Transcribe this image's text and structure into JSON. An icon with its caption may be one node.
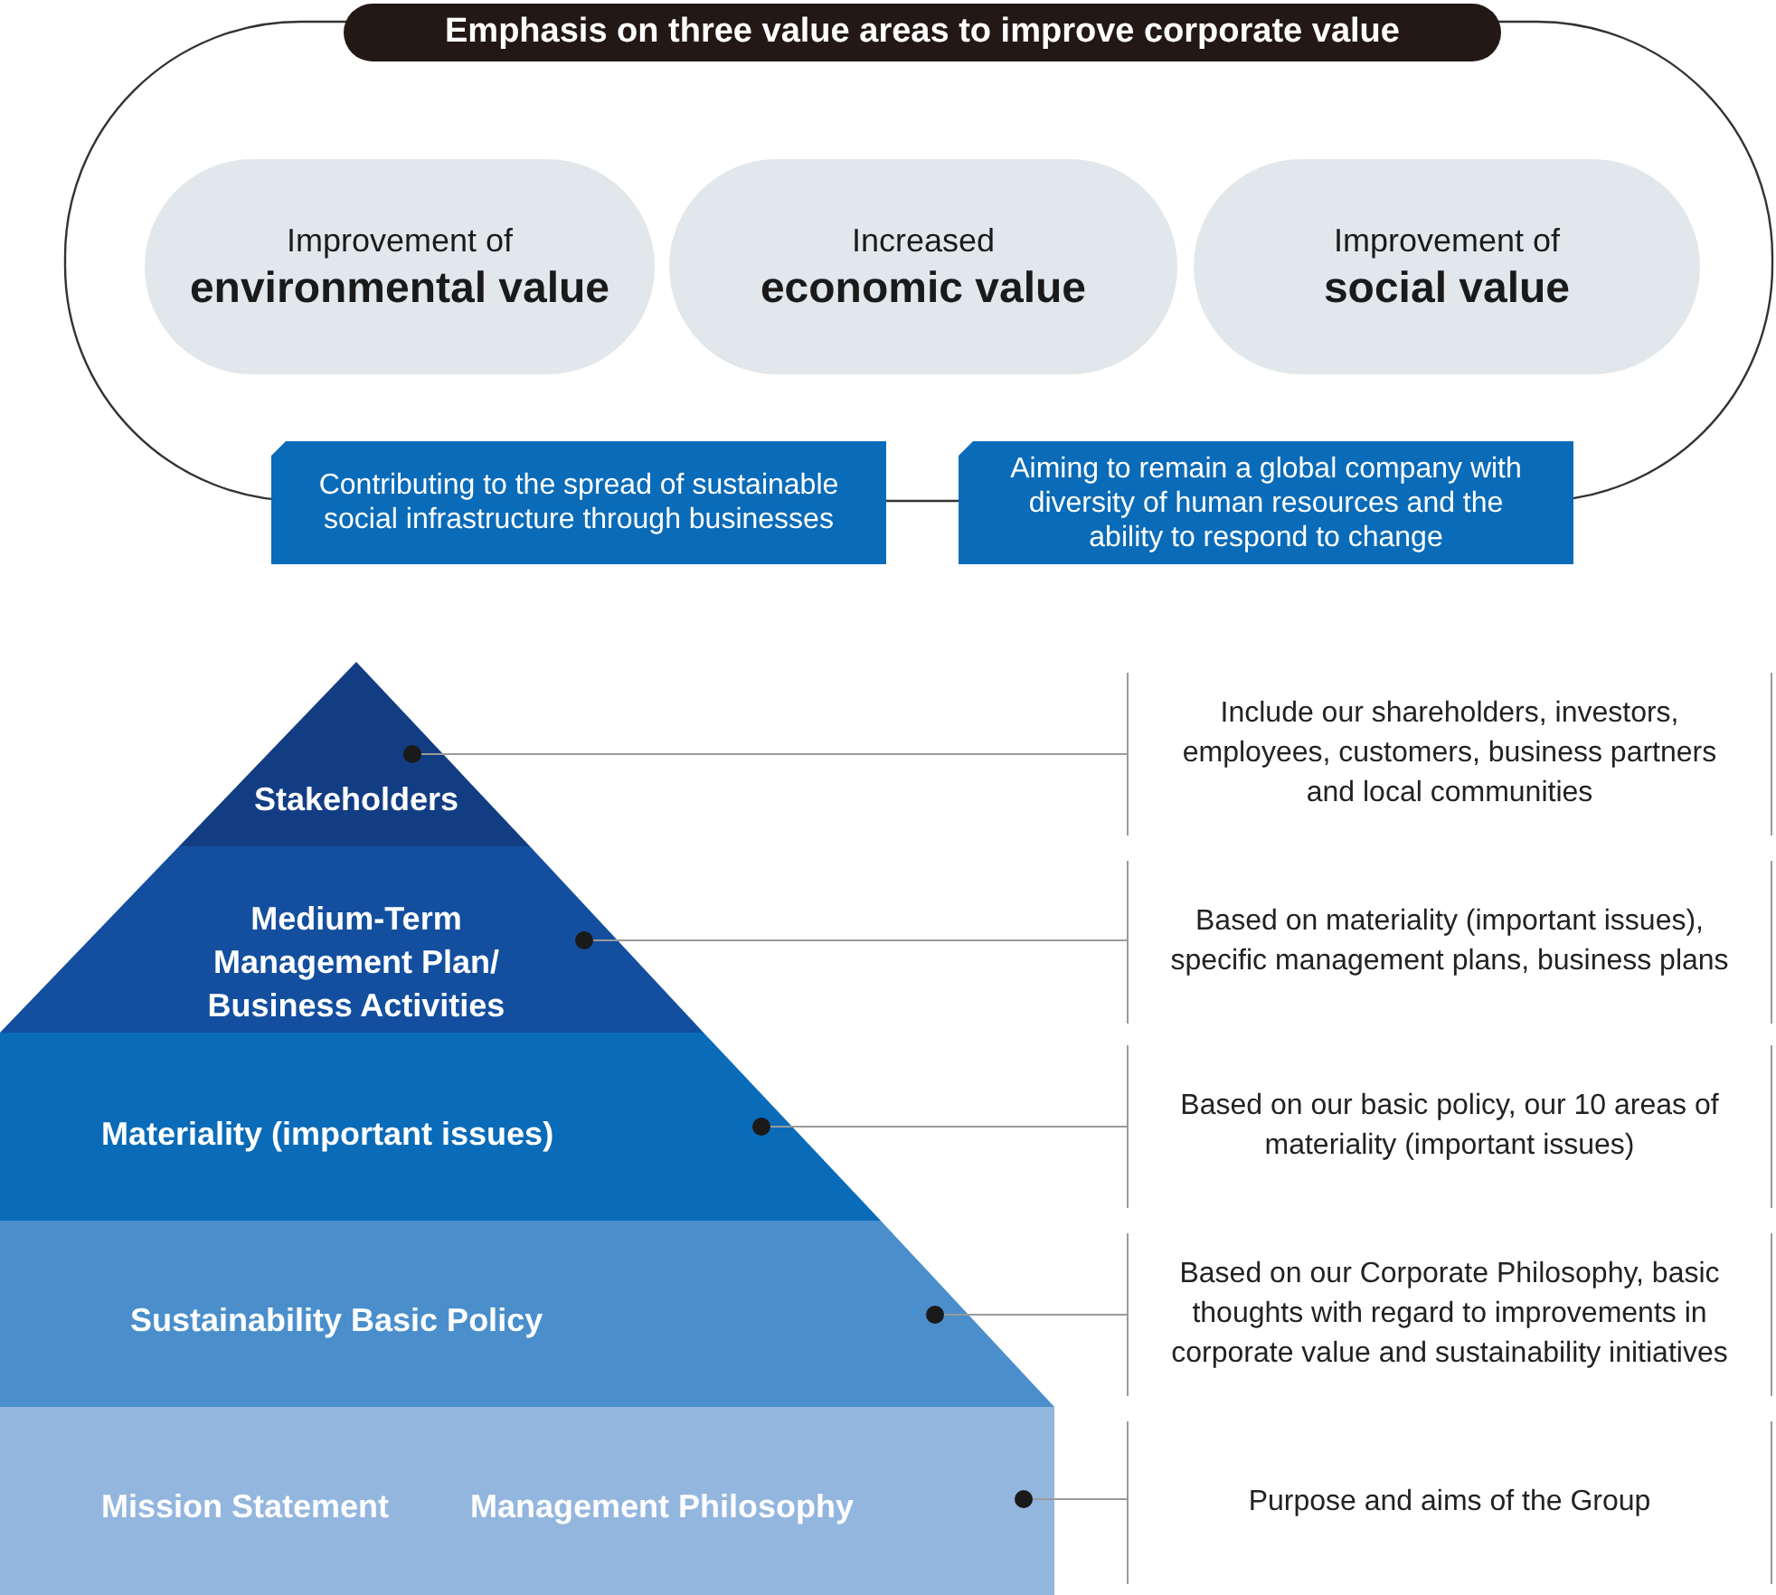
{
  "diagram": {
    "title": "Emphasis on three value areas to improve corporate value",
    "nodes": [
      {
        "text": [
          "Improvement of",
          "environmental value"
        ]
      },
      {
        "text": [
          "Increased",
          "economic value"
        ]
      },
      {
        "text": [
          "Improvement of",
          "social value"
        ]
      },
      {
        "text": [
          "Contributing to the spread of sustainable social infrastructure through businesses"
        ]
      },
      {
        "text": [
          "Aiming to remain a global company with diversity of human resources and the ability to respond to change"
        ]
      },
      {
        "text": [
          "Stakeholders"
        ]
      },
      {
        "text": [
          "Medium-Term Management Plan/ Business Activities"
        ]
      },
      {
        "text": [
          "Materiality (important issues)"
        ]
      },
      {
        "text": [
          "Sustainability Basic Policy"
        ]
      },
      {
        "text": [
          "Mission Statement",
          "Management Philosophy"
        ]
      },
      {
        "text": [
          "Include our shareholders, investors, employees, customers, business partners and local communities"
        ]
      },
      {
        "text": [
          "Based on materiality (important issues), specific management plans, business plans"
        ]
      },
      {
        "text": [
          "Based on our basic policy, our 10 areas of materiality (important issues)"
        ]
      },
      {
        "text": [
          "Based on our Corporate Philosophy, basic thoughts with regard to improvements in corporate value and sustainability initiatives"
        ]
      },
      {
        "text": [
          "Purpose and aims of the Group"
        ]
      }
    ],
    "edges": [
      {
        "from": 5,
        "to": 10,
        "arrow": "other"
      },
      {
        "from": 6,
        "to": 11,
        "arrow": "other"
      },
      {
        "from": 7,
        "to": 12,
        "arrow": "other"
      },
      {
        "from": 8,
        "to": 13,
        "arrow": "other"
      },
      {
        "from": 9,
        "to": 14,
        "arrow": "other"
      }
    ]
  }
}
